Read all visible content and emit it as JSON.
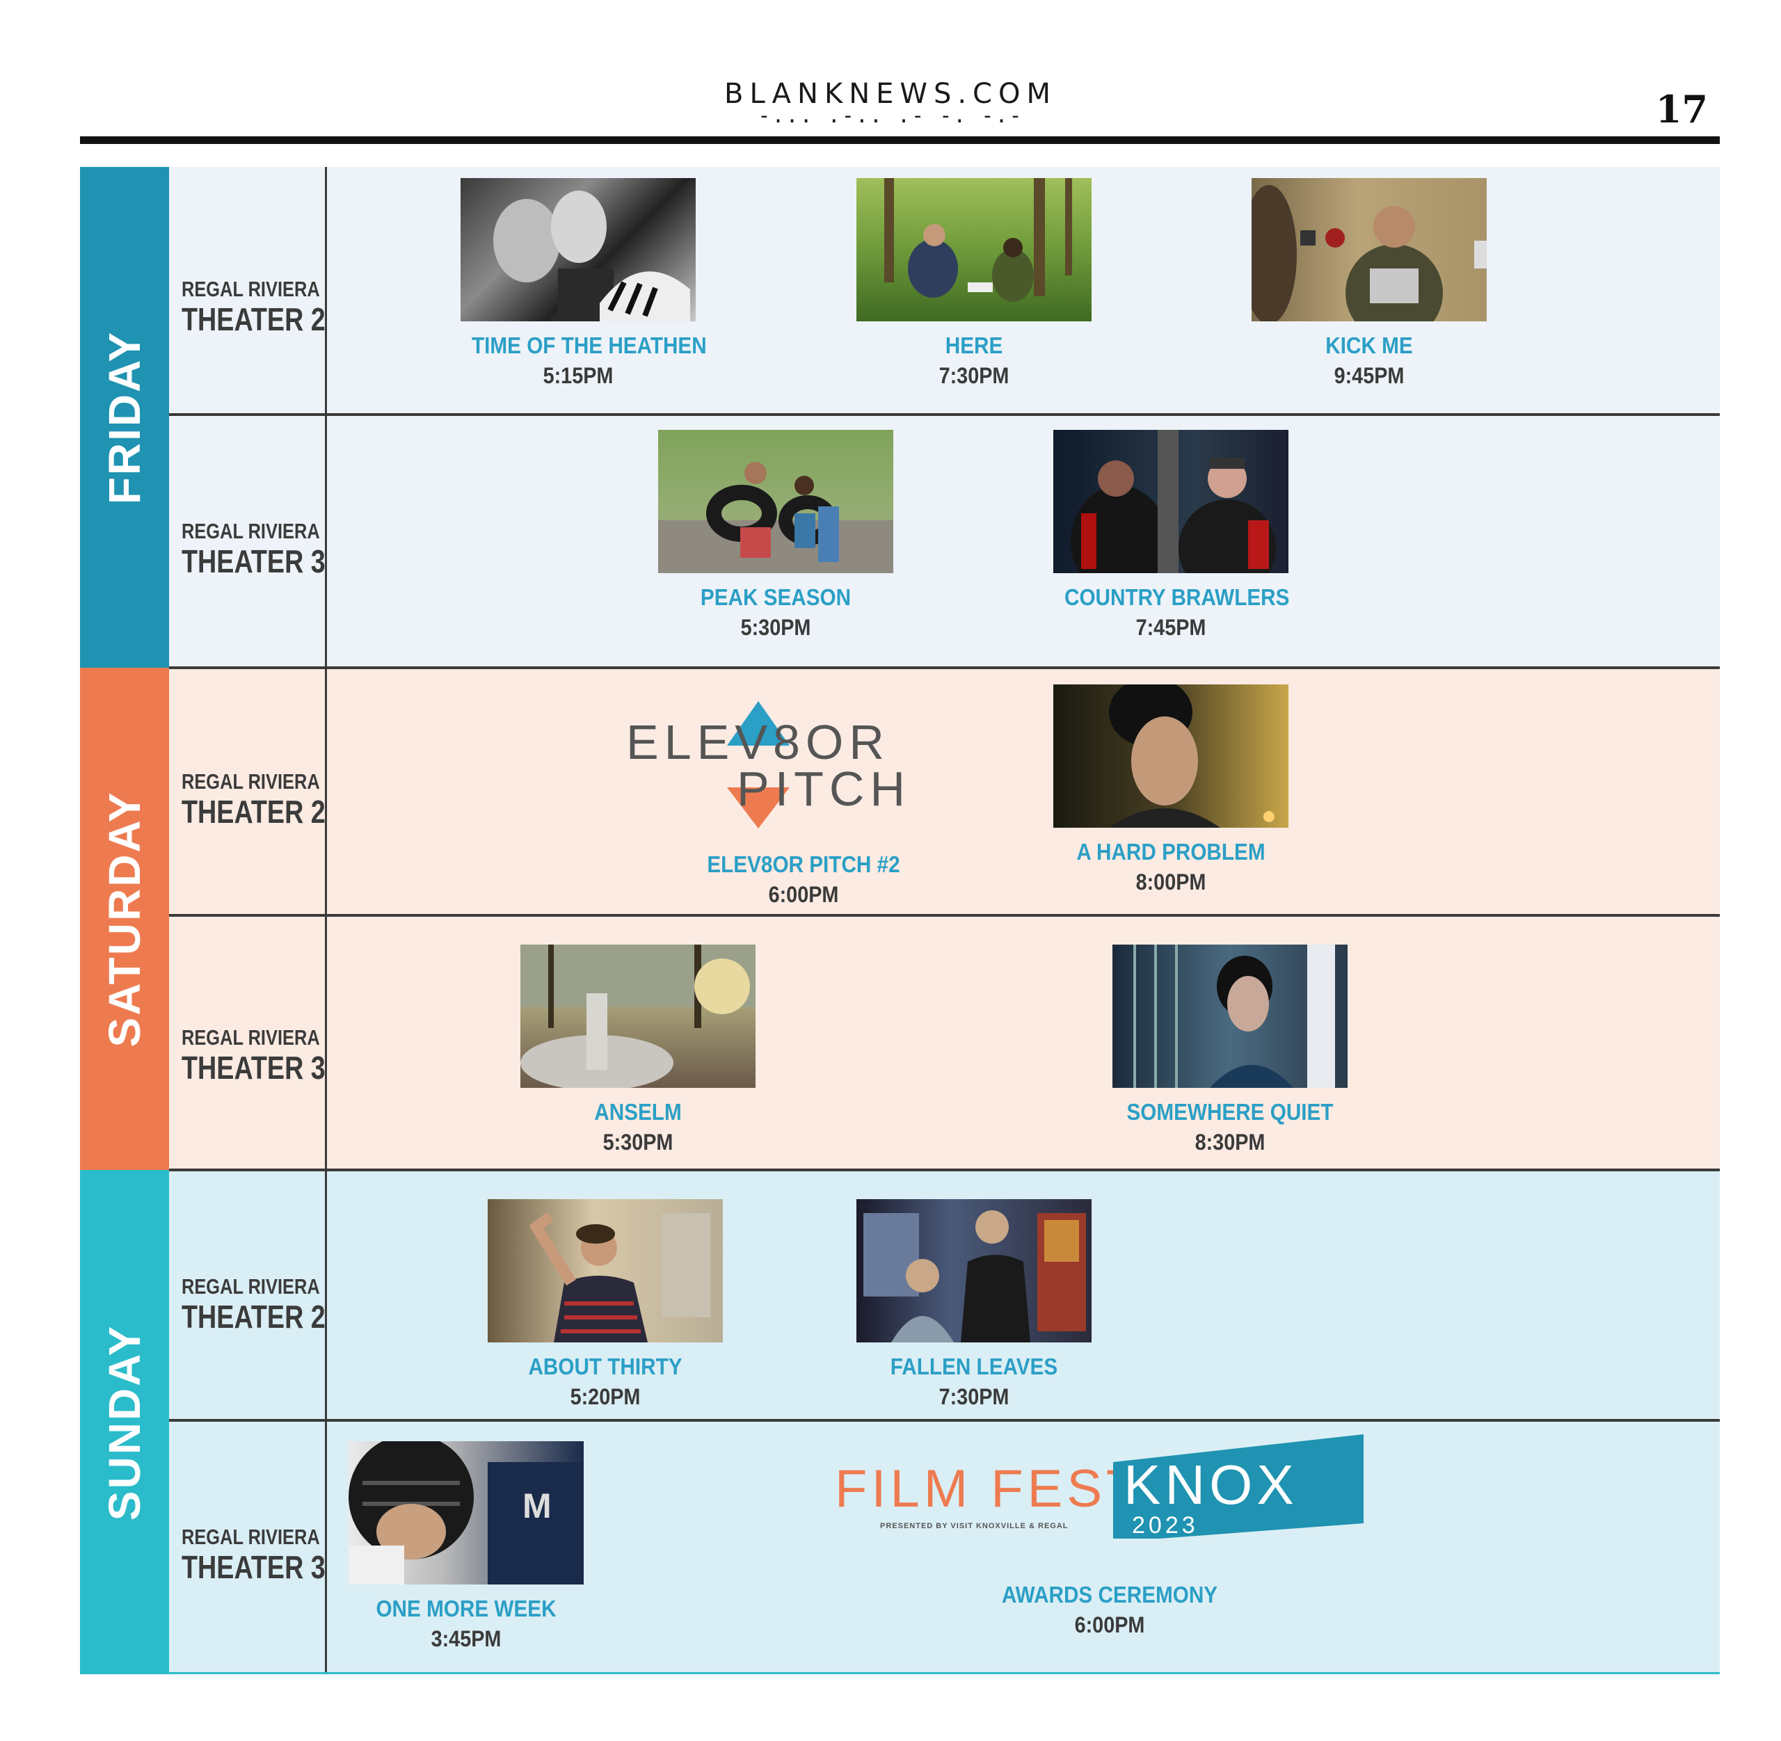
{
  "header": {
    "site": "BLANKNEWS.COM",
    "morse": "-... .-.. .- -. -.-",
    "page_number": "17"
  },
  "colors": {
    "friday": "#1f93b1",
    "saturday": "#ee7b50",
    "sunday": "#2bbccb",
    "friday_bg": "#edf3f8",
    "saturday_bg": "#fbebe2",
    "sunday_bg": "#daeef5",
    "title_blue": "#2b9fc6"
  },
  "days": [
    {
      "label": "FRIDAY",
      "theaters": [
        {
          "venue": "REGAL RIVIERA",
          "theater": "THEATER 2",
          "films": [
            {
              "title": "TIME OF THE HEATHEN",
              "time": "5:15PM"
            },
            {
              "title": "HERE",
              "time": "7:30PM"
            },
            {
              "title": "KICK ME",
              "time": "9:45PM"
            }
          ]
        },
        {
          "venue": "REGAL RIVIERA",
          "theater": "THEATER 3",
          "films": [
            {
              "title": "PEAK SEASON",
              "time": "5:30PM"
            },
            {
              "title": "COUNTRY BRAWLERS",
              "time": "7:45PM"
            }
          ]
        }
      ]
    },
    {
      "label": "SATURDAY",
      "theaters": [
        {
          "venue": "REGAL RIVIERA",
          "theater": "THEATER 2",
          "logo": {
            "line1": "ELEV8OR",
            "line2": "PITCH"
          },
          "films": [
            {
              "title": "ELEV8OR PITCH #2",
              "time": "6:00PM"
            },
            {
              "title": "A HARD PROBLEM",
              "time": "8:00PM"
            }
          ]
        },
        {
          "venue": "REGAL RIVIERA",
          "theater": "THEATER 3",
          "films": [
            {
              "title": "ANSELM",
              "time": "5:30PM"
            },
            {
              "title": "SOMEWHERE QUIET",
              "time": "8:30PM"
            }
          ]
        }
      ]
    },
    {
      "label": "SUNDAY",
      "theaters": [
        {
          "venue": "REGAL RIVIERA",
          "theater": "THEATER 2",
          "films": [
            {
              "title": "ABOUT THIRTY",
              "time": "5:20PM"
            },
            {
              "title": "FALLEN LEAVES",
              "time": "7:30PM"
            }
          ]
        },
        {
          "venue": "REGAL RIVIERA",
          "theater": "THEATER 3",
          "logo": {
            "text1": "FILM FEST",
            "text2": "KNOX",
            "year": "2023",
            "tagline": "PRESENTED BY VISIT KNOXVILLE & REGAL"
          },
          "films": [
            {
              "title": "ONE MORE WEEK",
              "time": "3:45PM"
            },
            {
              "title": "AWARDS CEREMONY",
              "time": "6:00PM"
            }
          ]
        }
      ]
    }
  ]
}
